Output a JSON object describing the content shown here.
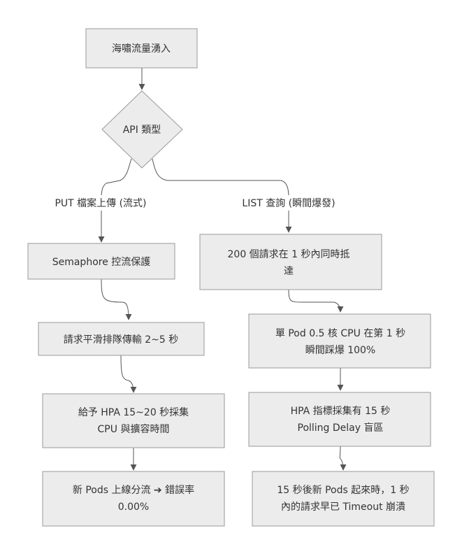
{
  "nodes": {
    "n1": [
      "海嘯流量湧入"
    ],
    "n2": [
      "API 類型"
    ],
    "a1": [
      "Semaphore 控流保護"
    ],
    "a2": [
      "請求平滑排隊傳輸 2~5 秒"
    ],
    "a3": [
      "給予 HPA 15~20 秒採集",
      "CPU 與擴容時間"
    ],
    "a4": [
      "新 Pods 上線分流 ➔ 錯誤率",
      "0.00%"
    ],
    "b1": [
      "200 個請求在 1 秒內同時抵",
      "達"
    ],
    "b2": [
      "單 Pod 0.5 核 CPU 在第 1 秒",
      "瞬間踩爆 100%"
    ],
    "b3": [
      "HPA 指標採集有 15 秒",
      "Polling Delay 盲區"
    ],
    "b4": [
      "15 秒後新 Pods 起來時，1 秒",
      "內的請求早已 Timeout 崩潰"
    ]
  },
  "edge_labels": {
    "put": "PUT 檔案上傳 (流式)",
    "list": "LIST 查詢 (瞬間爆發)"
  }
}
